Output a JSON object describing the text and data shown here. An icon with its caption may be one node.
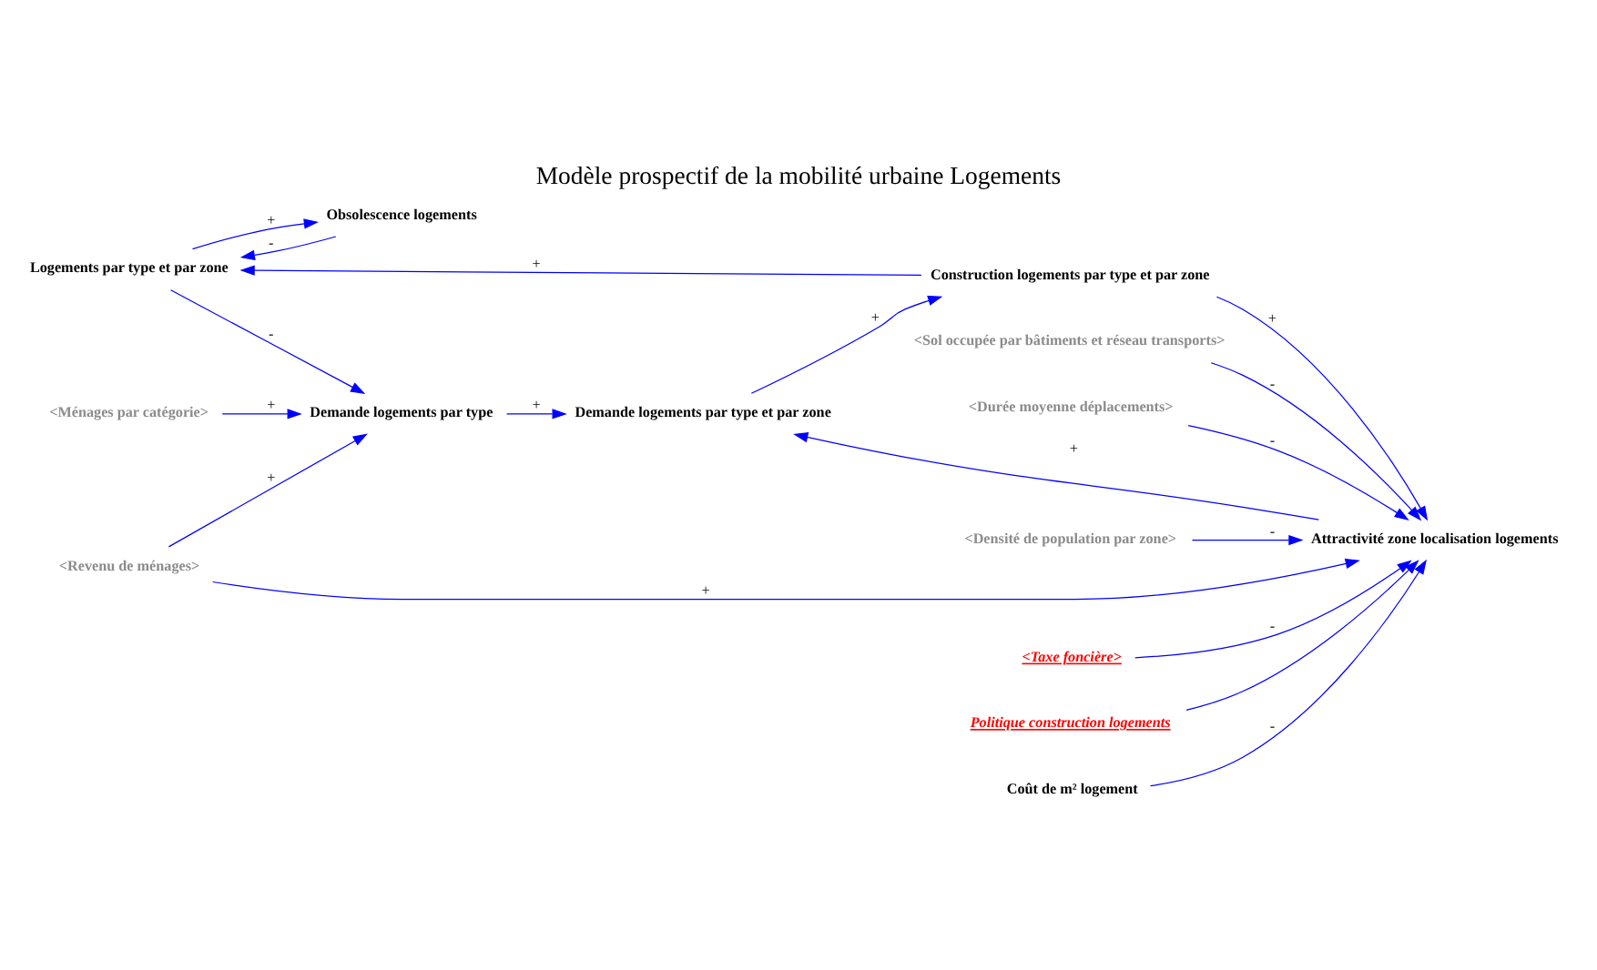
{
  "diagram": {
    "title": "Modèle prospectif de la mobilité urbaine Logements",
    "nodes": [
      {
        "text": [
          "Logements par type et par zone"
        ]
      },
      {
        "text": [
          "Obsolescence logements"
        ]
      },
      {
        "text": [
          "<Ménages par catégorie>"
        ]
      },
      {
        "text": [
          "Construction logements par type et par zone"
        ]
      },
      {
        "text": [
          "<Sol occupée par bâtiments et réseau transports>"
        ]
      },
      {
        "text": [
          "Demande logements par type et par zone"
        ]
      },
      {
        "text": [
          "<Durée moyenne déplacements>"
        ]
      },
      {
        "text": [
          "Demande logements par type"
        ]
      },
      {
        "text": [
          "Attractivité zone localisation logements"
        ]
      },
      {
        "text": [
          "<Densité de population par zone>"
        ]
      },
      {
        "text": [
          "<Revenu de ménages>"
        ]
      },
      {
        "text": [
          "<Taxe foncière>"
        ]
      },
      {
        "text": [
          "Politique construction logements"
        ]
      },
      {
        "text": [
          "Coût de m² logement"
        ]
      }
    ],
    "edges": [
      {
        "from": 0,
        "to": 1,
        "arrow": "to",
        "label": "+"
      },
      {
        "from": 1,
        "to": 0,
        "arrow": "to",
        "label": "-"
      },
      {
        "from": 3,
        "to": 0,
        "arrow": "to",
        "label": "+"
      },
      {
        "from": 0,
        "to": 7,
        "arrow": "to",
        "label": "-"
      },
      {
        "from": 2,
        "to": 7,
        "arrow": "to",
        "label": "+"
      },
      {
        "from": 7,
        "to": 5,
        "arrow": "to",
        "label": "+"
      },
      {
        "from": 5,
        "to": 3,
        "arrow": "to",
        "label": "+"
      },
      {
        "from": 8,
        "to": 5,
        "arrow": "to",
        "label": "+"
      },
      {
        "from": 3,
        "to": 8,
        "arrow": "to",
        "label": "+"
      },
      {
        "from": 4,
        "to": 8,
        "arrow": "to",
        "label": "-"
      },
      {
        "from": 6,
        "to": 8,
        "arrow": "to",
        "label": "-"
      },
      {
        "from": 9,
        "to": 8,
        "arrow": "to",
        "label": "-"
      },
      {
        "from": 13,
        "to": 8,
        "arrow": "to",
        "label": "-"
      },
      {
        "from": 10,
        "to": 8,
        "arrow": "to",
        "label": "+"
      },
      {
        "from": 10,
        "to": 7,
        "arrow": "to",
        "label": "+"
      },
      {
        "from": 11,
        "to": 8,
        "arrow": "to",
        "label": "-"
      },
      {
        "from": 12,
        "to": 8,
        "arrow": "to"
      }
    ]
  }
}
